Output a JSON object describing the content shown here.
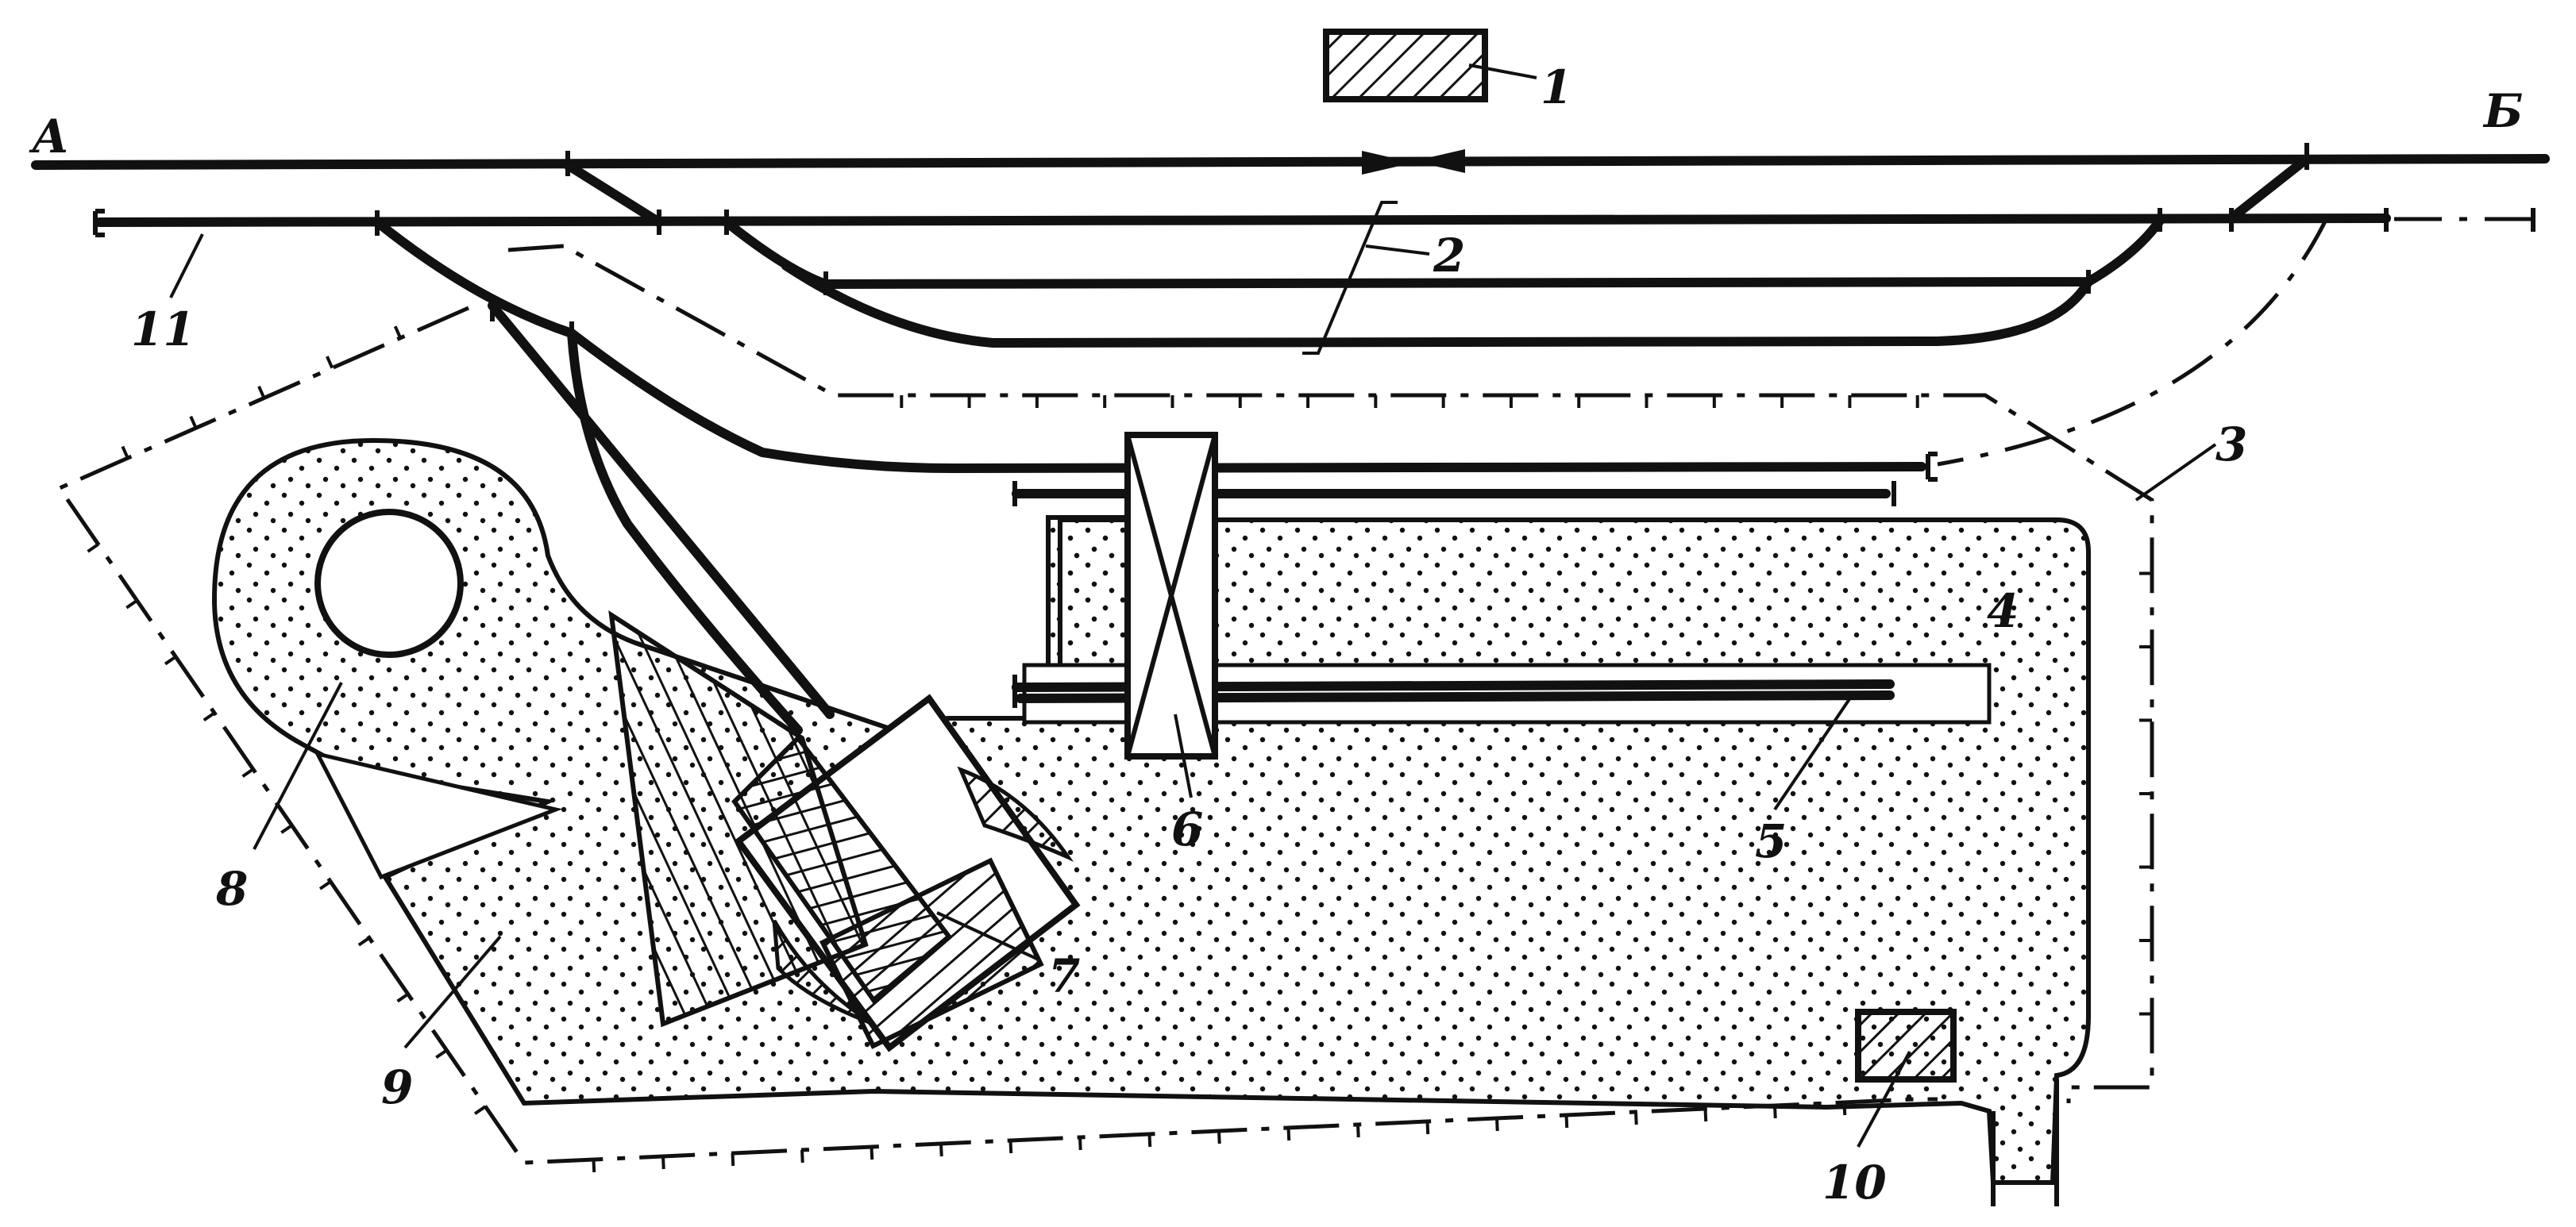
{
  "labels": {
    "point_a": "А",
    "point_b": "Б",
    "n1": "1",
    "n2": "2",
    "n3": "3",
    "n4": "4",
    "n5": "5",
    "n6": "6",
    "n7": "7",
    "n8": "8",
    "n9": "9",
    "n10": "10",
    "n11": "11"
  }
}
